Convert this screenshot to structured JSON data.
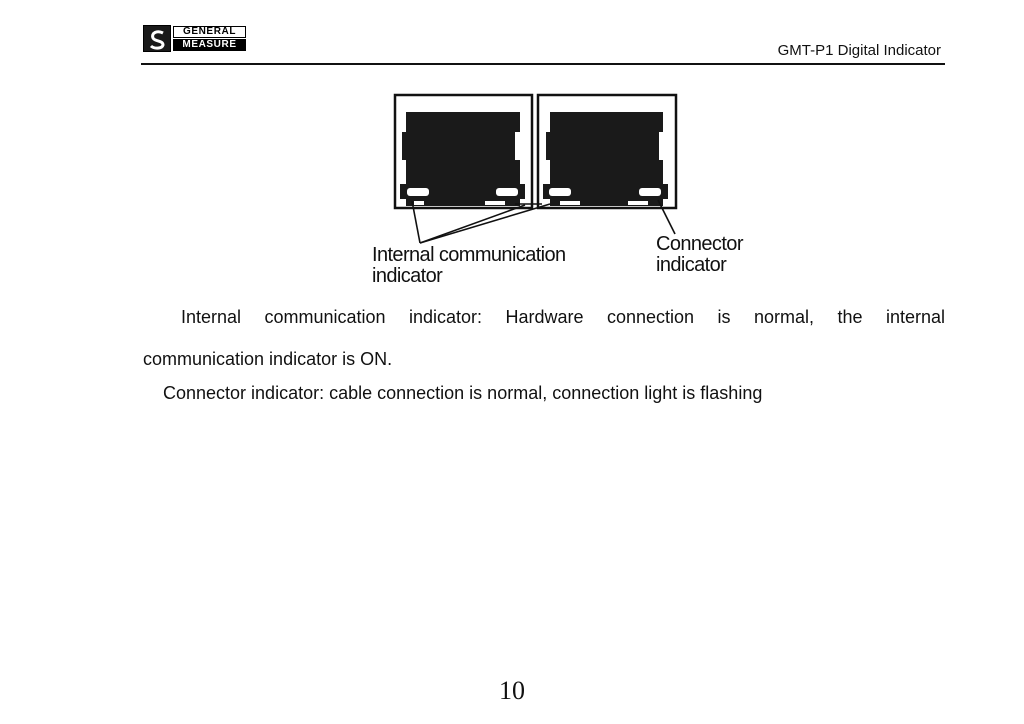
{
  "header": {
    "logo_line_1": "GENERAL",
    "logo_line_2": "MEASURE",
    "document_title": "GMT-P1 Digital Indicator"
  },
  "figure": {
    "label_internal": "Internal communication indicator",
    "label_connector": "Connector indicator"
  },
  "body": {
    "para_1_line_1": "Internal communication indicator: Hardware connection is normal, the internal",
    "para_1_line_2": "communication indicator is ON.",
    "para_2": "Connector indicator: cable connection is normal, connection light is flashing"
  },
  "footer": {
    "page_number": "10"
  },
  "colors": {
    "ink": "#111111",
    "port_fill": "#1a1a1a",
    "background": "#ffffff"
  }
}
